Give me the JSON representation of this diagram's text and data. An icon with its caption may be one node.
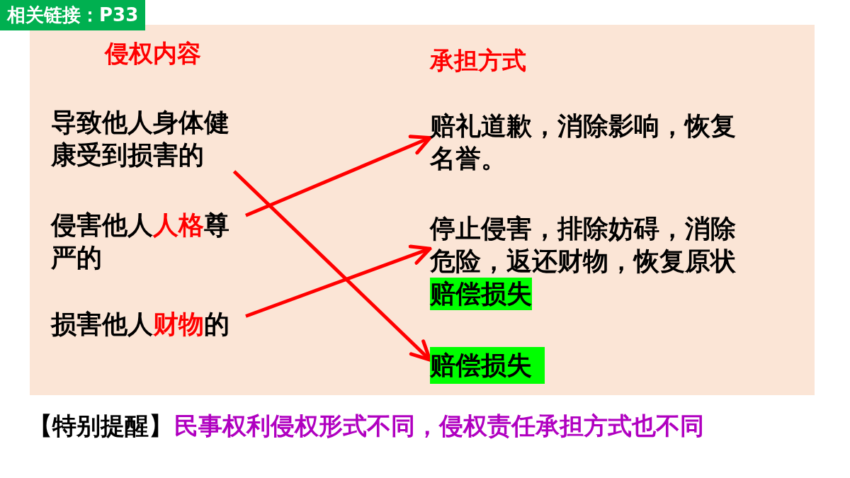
{
  "diagram": {
    "nodes": [
      {
        "text": [
          "导致他人身体健康受到损害的"
        ]
      },
      {
        "text": [
          "侵害他人**人格**尊严的"
        ]
      },
      {
        "text": [
          "损害他人**财物**的"
        ]
      },
      {
        "text": [
          "赔礼道歉，消除影响，恢复名誉。"
        ]
      },
      {
        "text": [
          "停止侵害，排除妨碍，消除危险，返还财物，恢复原状",
          "赔偿损失"
        ]
      },
      {
        "text": [
          "赔偿损失"
        ]
      }
    ],
    "edges": [
      {
        "from": 0,
        "to": 5,
        "arrow": "to"
      },
      {
        "from": 1,
        "to": 3,
        "arrow": "to"
      },
      {
        "from": 2,
        "to": 4,
        "arrow": "to"
      }
    ],
    "labels": [
      "相关链接：P33",
      "侵权内容",
      "承担方式",
      "【特别提醒】",
      "民事权利侵权形式不同，侵权责任承担方式也不同"
    ]
  }
}
